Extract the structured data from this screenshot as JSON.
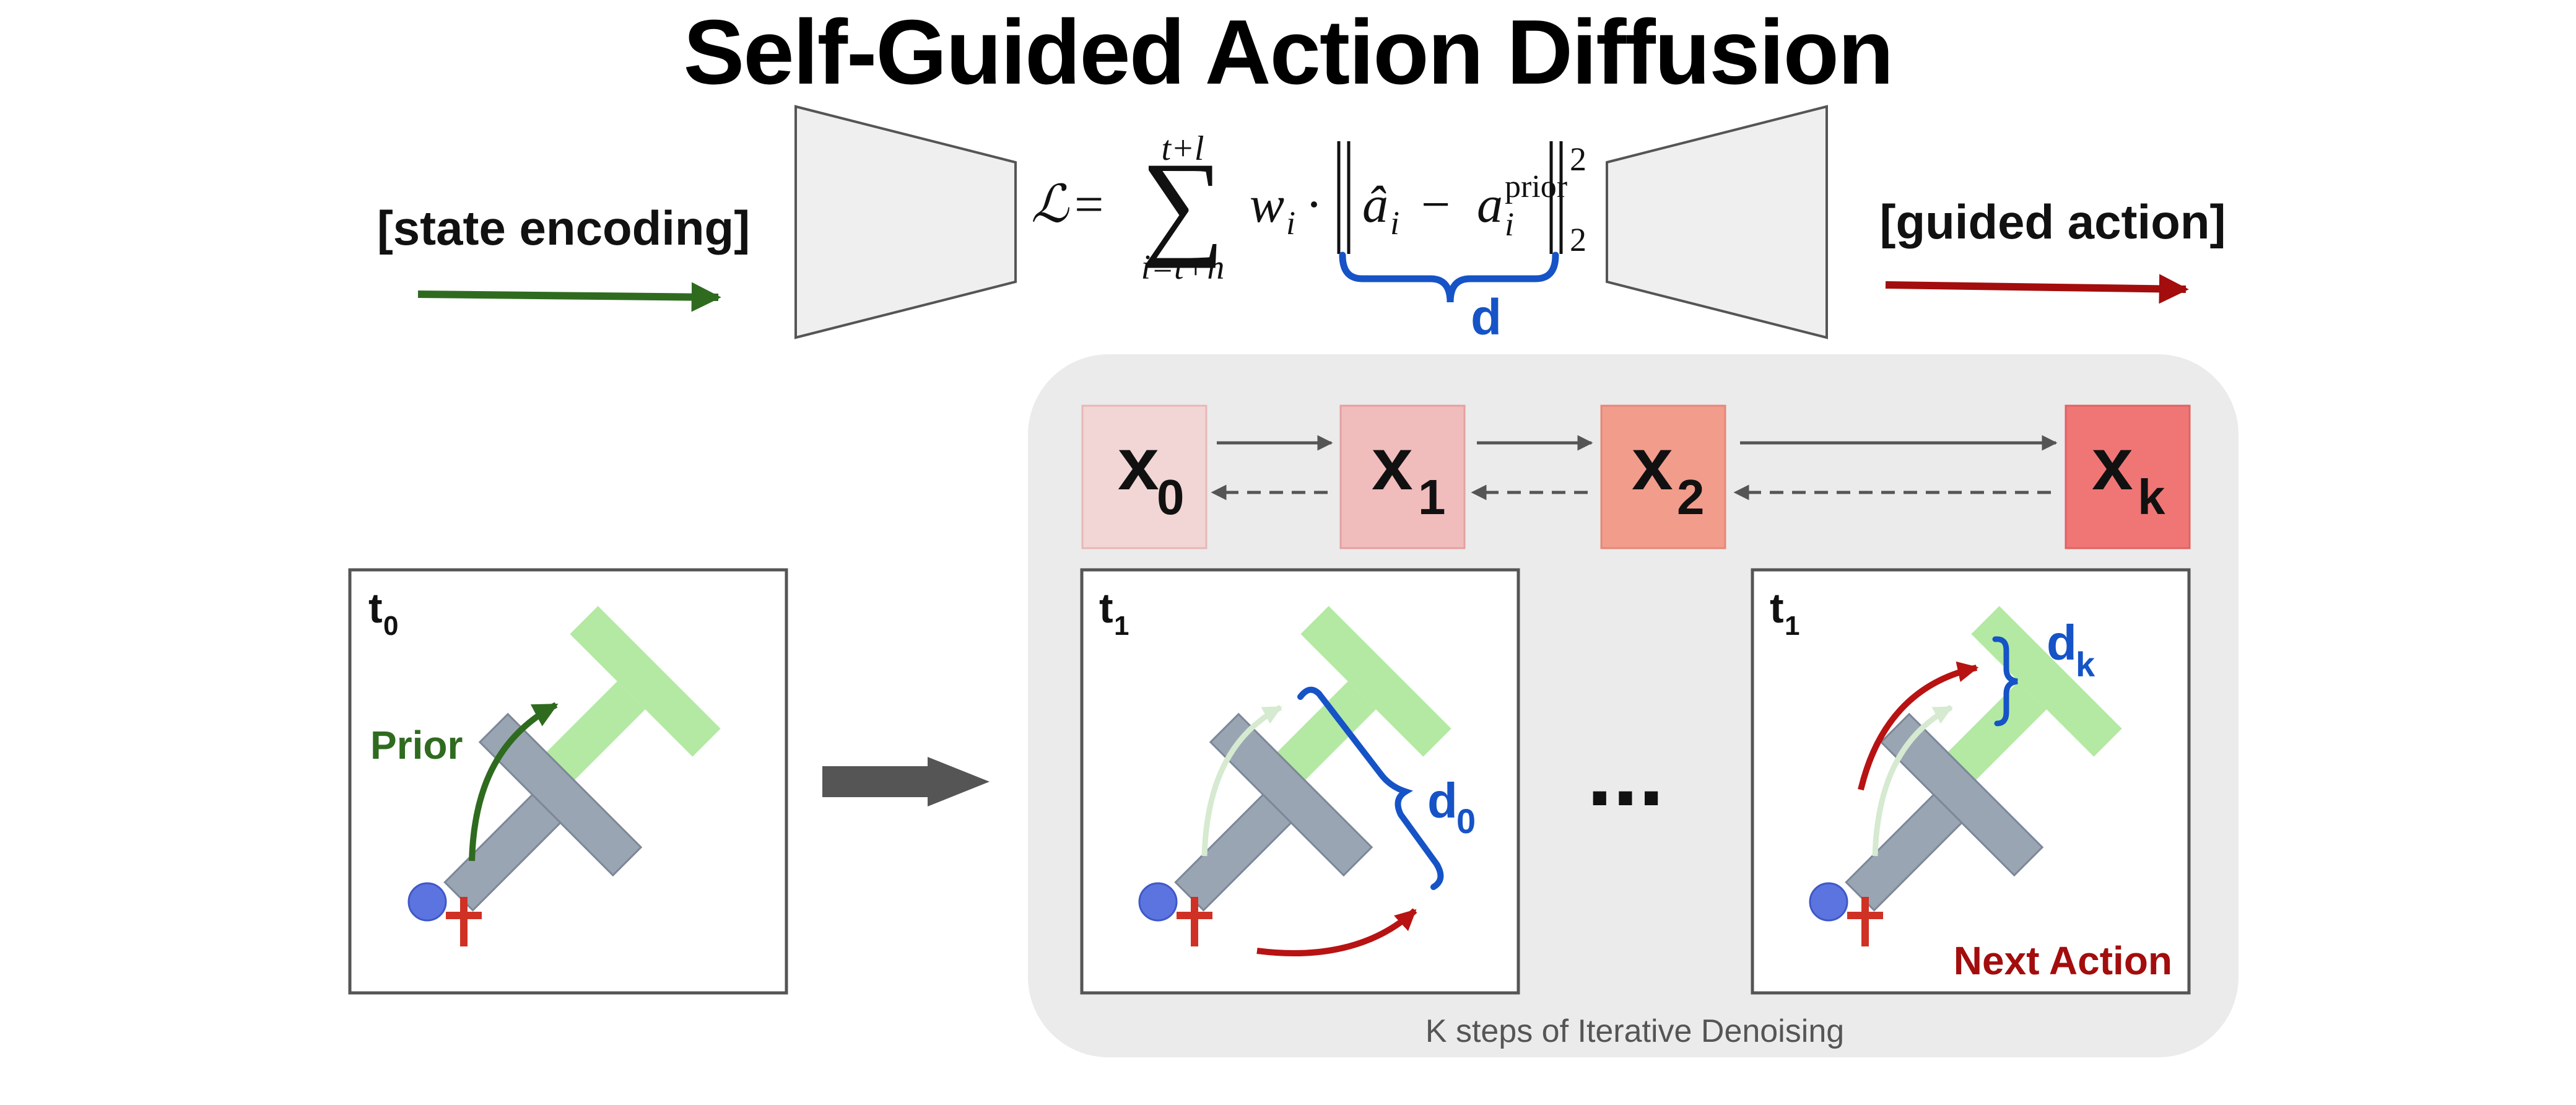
{
  "title": "Self-Guided Action Diffusion",
  "input_label": "[state encoding]",
  "output_label": "[guided action]",
  "loss": {
    "lhs": "ℒ",
    "equals": "=",
    "sum_symbol": "∑",
    "sum_upper": "t+l",
    "sum_lower": "i=t+h",
    "weight": "w",
    "weight_sub": "i",
    "dot": "·",
    "ahat": "â",
    "ahat_sub": "i",
    "minus": "−",
    "a": "a",
    "a_sub": "i",
    "a_sup": "prior",
    "norm_exp": "2",
    "norm_sub": "2",
    "distance_label": "d"
  },
  "denoising": {
    "states": [
      {
        "main": "x",
        "sub": "0"
      },
      {
        "main": "x",
        "sub": "1"
      },
      {
        "main": "x",
        "sub": "2"
      },
      {
        "main": "x",
        "sub": "k"
      }
    ],
    "caption": "K steps of Iterative Denoising",
    "ellipsis": "..."
  },
  "panels": [
    {
      "time": "t",
      "time_sub": "0",
      "label": "Prior"
    },
    {
      "time": "t",
      "time_sub": "1",
      "distance": "d",
      "distance_sub": "0"
    },
    {
      "time": "t",
      "time_sub": "1",
      "distance": "d",
      "distance_sub": "k",
      "label": "Next Action"
    }
  ],
  "colors": {
    "prior_green": "#2f6b1f",
    "guided_red": "#a30d0d",
    "distance_blue": "#1553c7",
    "target_green": "#b3e9a2",
    "block_gray": "#9aa5b4",
    "agent_blue": "#5b74e0",
    "cross_red": "#cf3124",
    "state_colors": [
      "#f2d5d5",
      "#f0bcbc",
      "#f29c8c",
      "#f07676"
    ]
  }
}
